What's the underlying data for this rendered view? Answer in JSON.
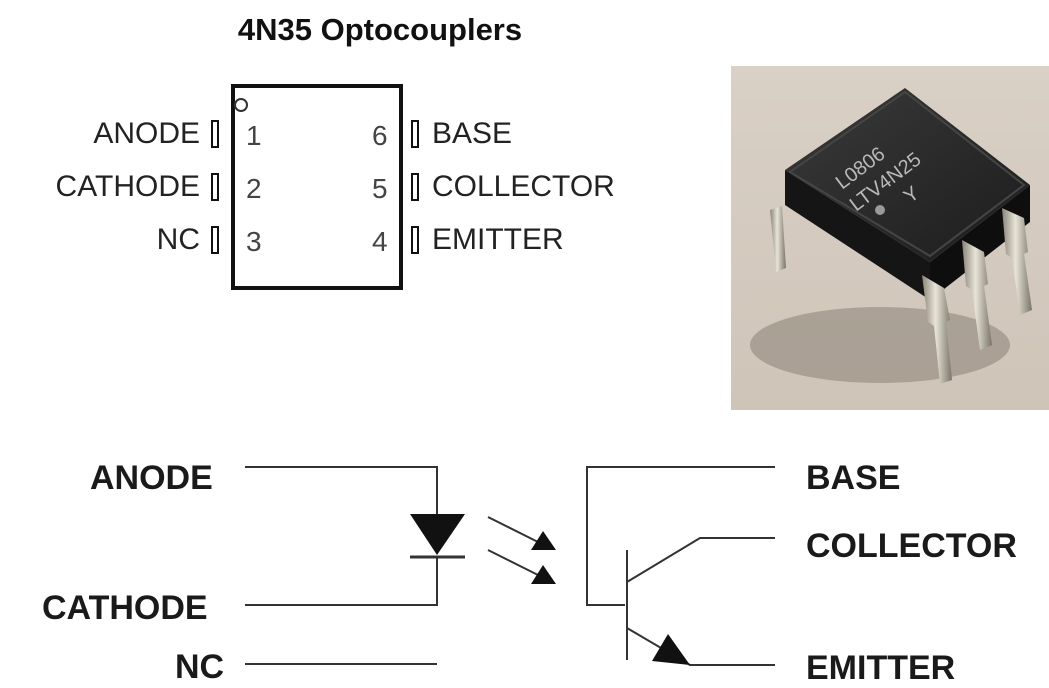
{
  "title": "4N35 Optocouplers",
  "package": {
    "left_pins": [
      {
        "label": "ANODE",
        "number": "1"
      },
      {
        "label": "CATHODE",
        "number": "2"
      },
      {
        "label": "NC",
        "number": "3"
      }
    ],
    "right_pins": [
      {
        "label": "BASE",
        "number": "6"
      },
      {
        "label": "COLLECTOR",
        "number": "5"
      },
      {
        "label": "EMITTER",
        "number": "4"
      }
    ]
  },
  "photo": {
    "markings": [
      "L0806",
      "LTV4N25",
      "Y"
    ]
  },
  "schematic": {
    "left": [
      "ANODE",
      "CATHODE",
      "NC"
    ],
    "right": [
      "BASE",
      "COLLECTOR",
      "EMITTER"
    ]
  }
}
